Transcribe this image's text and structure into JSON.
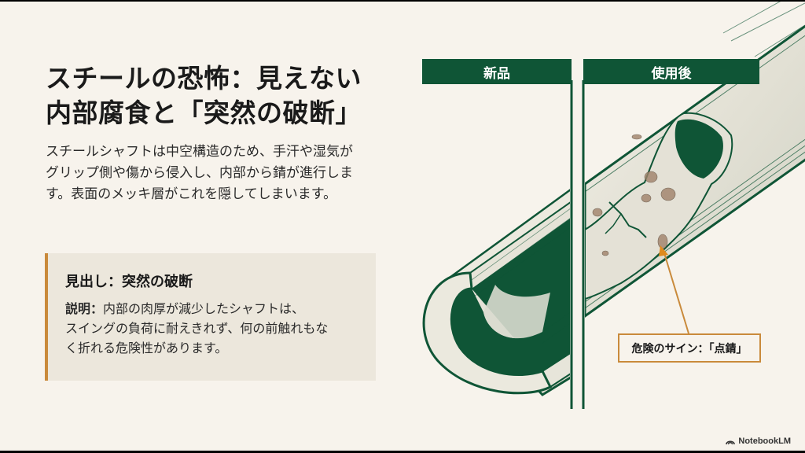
{
  "slide": {
    "title_line1": "スチールの恐怖：見えない",
    "title_line2": "内部腐食と「突然の破断」",
    "body_line1": "スチールシャフトは中空構造のため、手汗や湿気が",
    "body_line2": "グリップ側や傷から侵入し、内部から錆が進行しま",
    "body_line3": "す。表面のメッキ層がこれを隠してしまいます。"
  },
  "card": {
    "heading": "見出し：突然の破断",
    "desc_label": "説明：",
    "desc_line1": "内部の肉厚が減少したシャフトは、",
    "desc_line2": "スイングの負荷に耐えきれず、何の前触れもな",
    "desc_line3": "く折れる危険性があります。",
    "accent_color": "#c98a3b"
  },
  "illustration": {
    "left_header": "新品",
    "right_header": "使用後",
    "callout": "危険のサイン：「点錆」",
    "header_color": "#0f5536"
  },
  "brand": {
    "icon": "notebooklm-icon",
    "label": "NotebookLM"
  }
}
